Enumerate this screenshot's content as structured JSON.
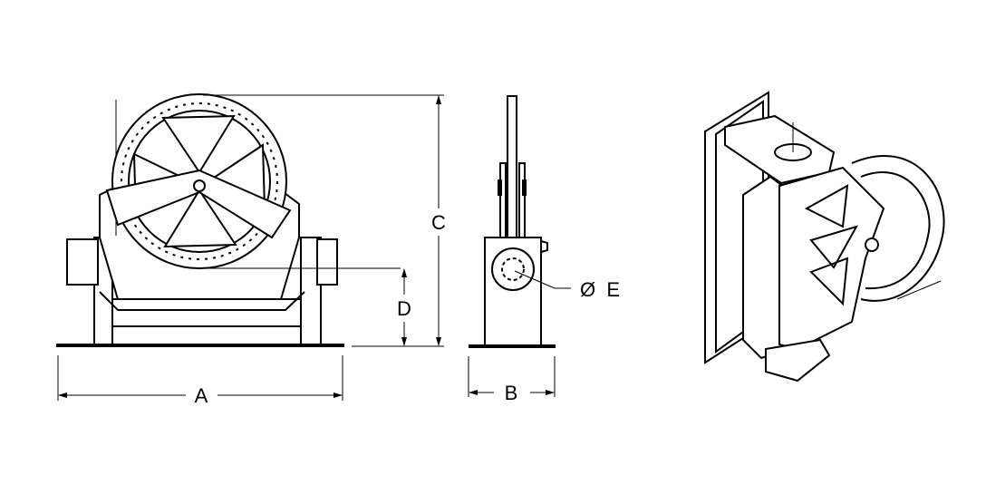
{
  "drawing": {
    "dimension_labels": {
      "a": "A",
      "b": "B",
      "c": "C",
      "d": "D",
      "e": "Ø  E"
    },
    "views": [
      "front-view",
      "side-view",
      "isometric-view"
    ]
  }
}
